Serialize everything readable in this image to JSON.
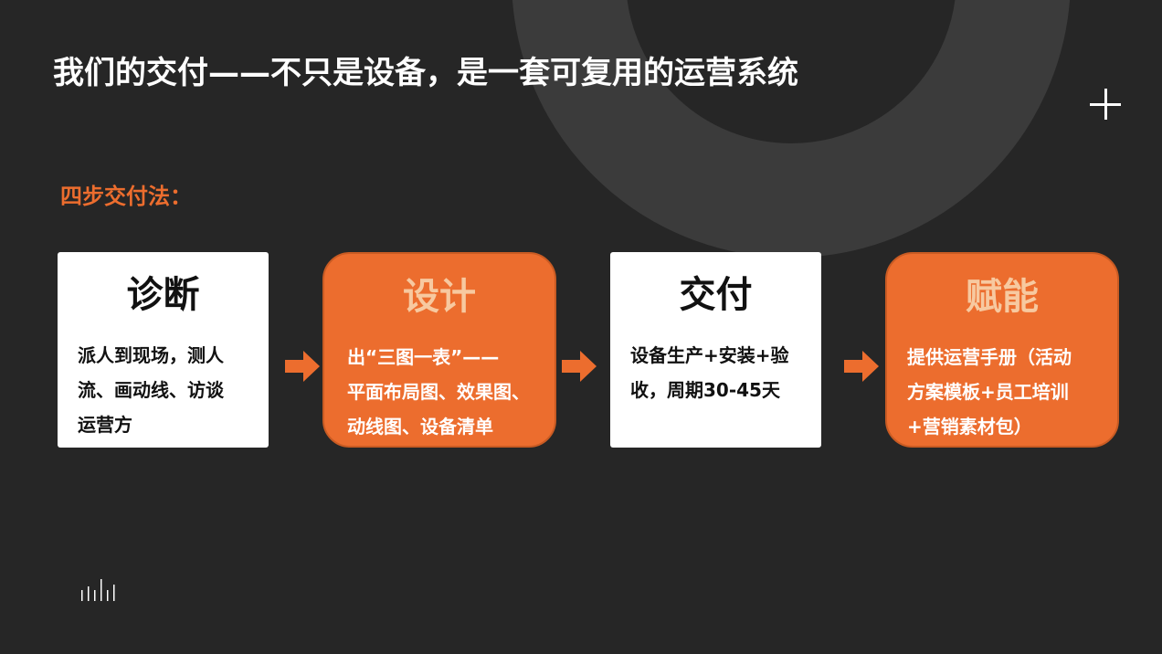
{
  "title": "我们的交付——不只是设备，是一套可复用的运营系统",
  "subtitle": "四步交付法：",
  "steps": [
    {
      "title": "诊断",
      "lines": [
        "派人到现场，测人",
        "流、画动线、访谈",
        "运营方"
      ]
    },
    {
      "title": "设计",
      "lines": [
        "出“三图一表”——",
        "平面布局图、效果图、",
        "动线图、设备清单"
      ]
    },
    {
      "title": "交付",
      "lines": [
        "设备生产+安装+验",
        "收，周期30-45天"
      ]
    },
    {
      "title": "赋能",
      "lines": [
        "提供运营手册（活动",
        "方案模板+员工培训",
        "+营销素材包）"
      ]
    }
  ],
  "colors": {
    "background": "#262626",
    "ring": "#3b3b3b",
    "accent": "#ec6d2e",
    "accent_title_text": "#f7c9a0",
    "card_white": "#ffffff",
    "text_dark": "#111111"
  },
  "icons": {
    "corner": "plus-icon",
    "arrows": "arrow-right-icon",
    "bottom_left": "sound-wave-icon"
  }
}
